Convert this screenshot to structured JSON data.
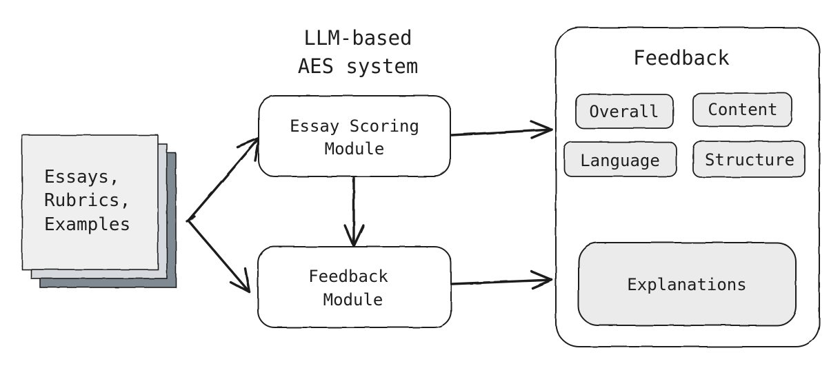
{
  "title": {
    "line1": "LLM-based",
    "line2": "AES system"
  },
  "input_stack": {
    "line1": "Essays,",
    "line2": "Rubrics,",
    "line3": "Examples"
  },
  "modules": {
    "scoring": {
      "line1": "Essay Scoring",
      "line2": "Module"
    },
    "feedback": {
      "line1": "Feedback",
      "line2": "Module"
    }
  },
  "feedback_panel": {
    "title": "Feedback",
    "tags": {
      "overall": "Overall",
      "content": "Content",
      "language": "Language",
      "structure": "Structure"
    },
    "explanations": "Explanations"
  },
  "colors": {
    "stroke": "#1e1e1e",
    "paper_front": "#efefef",
    "paper_middle": "#d6dade",
    "paper_back": "#7f8a93",
    "tag_fill": "#ebebeb"
  }
}
